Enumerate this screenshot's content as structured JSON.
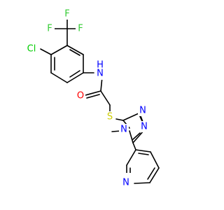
{
  "colors": {
    "carbon_bond": "#000000",
    "nitrogen": "#0000ff",
    "oxygen": "#ff0000",
    "sulfur": "#cccc00",
    "chlorine": "#00cc00",
    "fluorine": "#33cc33"
  },
  "atoms": {
    "f_left": "F",
    "f_top": "F",
    "f_right": "F",
    "cl": "Cl",
    "nh": "H",
    "nh_n": "N",
    "o": "O",
    "s": "S",
    "n_triazole_top": "N",
    "n_triazole_right": "N",
    "n_triazole_methyl": "N",
    "methyl": "CH3",
    "n_pyridine": "N"
  }
}
